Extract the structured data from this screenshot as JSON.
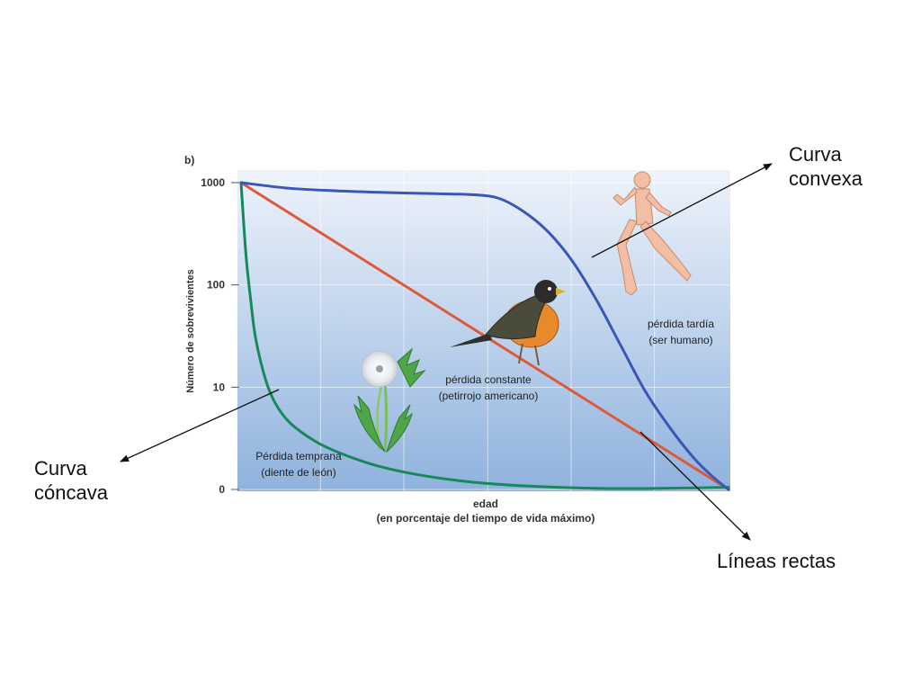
{
  "slide": {
    "callouts": {
      "convex": {
        "line1": "Curva",
        "line2": "convexa"
      },
      "concave": {
        "line1": "Curva",
        "line2": "cóncava"
      },
      "straight": {
        "text": "Líneas rectas"
      }
    }
  },
  "chart_data": {
    "type": "line",
    "panel_label": "b)",
    "ylabel": "Número de sobrevivientes",
    "xlabel_line1": "edad",
    "xlabel_line2": "(en porcentaje del tiempo de vida máximo)",
    "x_range": [
      0,
      100
    ],
    "y_scale": "log",
    "y_ticks": [
      {
        "label": "1000",
        "value": 1000
      },
      {
        "label": "100",
        "value": 100
      },
      {
        "label": "10",
        "value": 10
      },
      {
        "label": "0",
        "value": 1
      }
    ],
    "grid": true,
    "background_gradient": [
      "#eef3fb",
      "#8fb2dd"
    ],
    "series": [
      {
        "key": "late",
        "color": "#3a57b8",
        "label_line1": "pérdida tardía",
        "label_line2": "(ser humano)",
        "illustration": "running-human-icon",
        "points": [
          [
            0,
            1000
          ],
          [
            10,
            880
          ],
          [
            20,
            830
          ],
          [
            30,
            800
          ],
          [
            40,
            780
          ],
          [
            48,
            760
          ],
          [
            53,
            700
          ],
          [
            58,
            520
          ],
          [
            63,
            330
          ],
          [
            68,
            170
          ],
          [
            73,
            70
          ],
          [
            78,
            25
          ],
          [
            83,
            9
          ],
          [
            88,
            4
          ],
          [
            93,
            2
          ],
          [
            97,
            1.3
          ],
          [
            100,
            1
          ]
        ]
      },
      {
        "key": "constant",
        "color": "#e0583a",
        "label_line1": "pérdida constante",
        "label_line2": "(petirrojo americano)",
        "illustration": "robin-bird-icon",
        "points": [
          [
            0,
            1000
          ],
          [
            100,
            1
          ]
        ]
      },
      {
        "key": "early",
        "color": "#16895a",
        "label_line1": "Pérdida temprana",
        "label_line2": "(diente de león)",
        "illustration": "dandelion-icon",
        "points": [
          [
            0,
            1000
          ],
          [
            1,
            200
          ],
          [
            2,
            70
          ],
          [
            3,
            30
          ],
          [
            5,
            12
          ],
          [
            7,
            7
          ],
          [
            10,
            4.5
          ],
          [
            15,
            3.0
          ],
          [
            20,
            2.3
          ],
          [
            28,
            1.7
          ],
          [
            38,
            1.35
          ],
          [
            50,
            1.15
          ],
          [
            65,
            1.05
          ],
          [
            80,
            1.02
          ],
          [
            100,
            1.05
          ]
        ]
      }
    ]
  }
}
